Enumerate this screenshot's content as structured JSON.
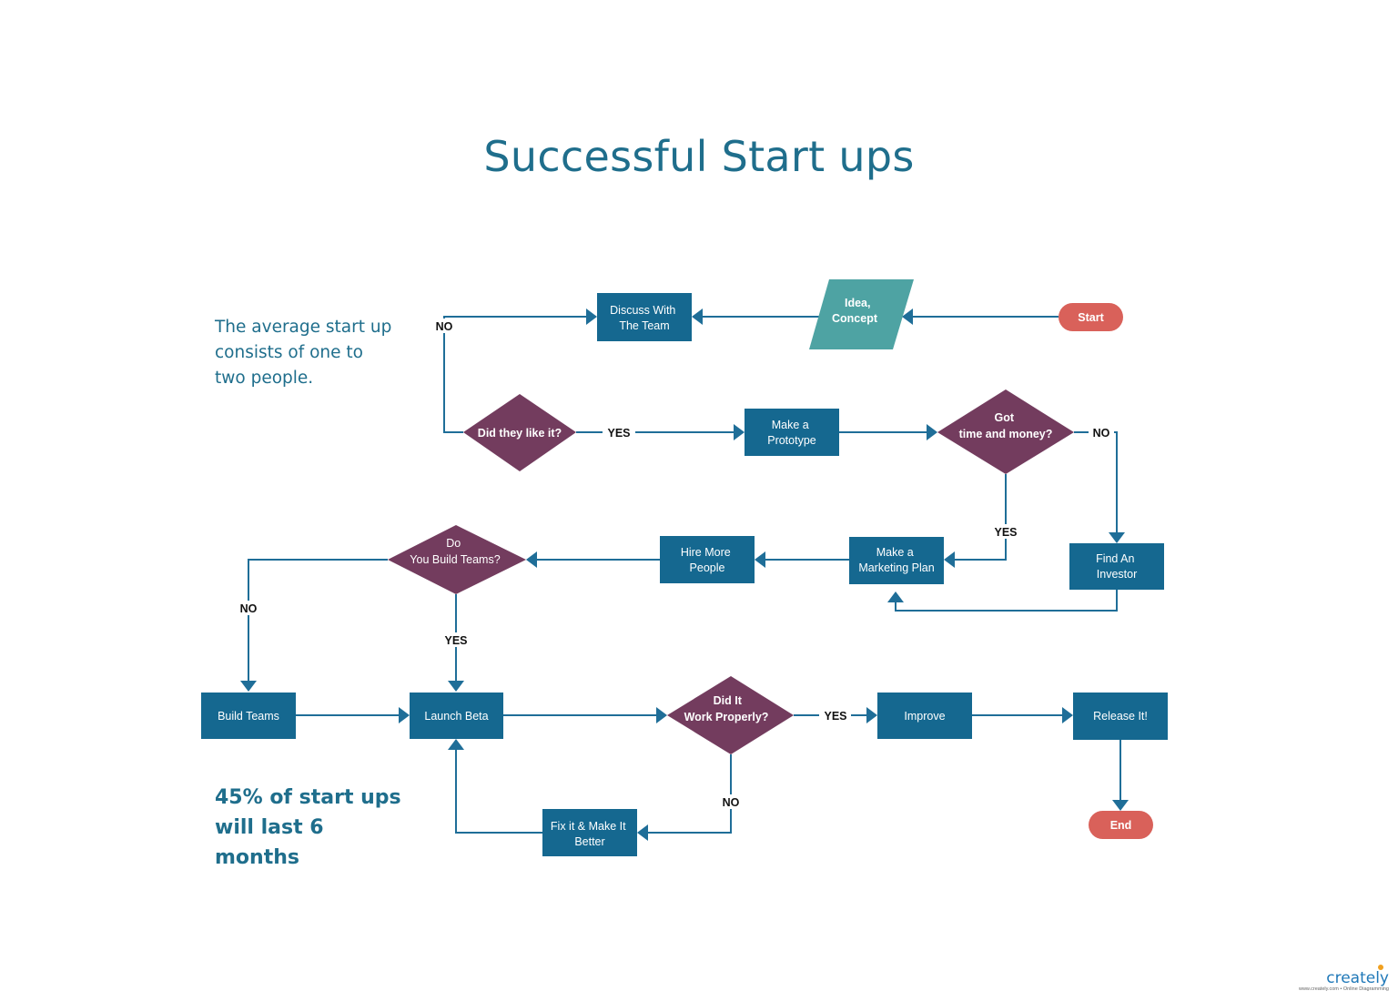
{
  "title": "Successful Start ups",
  "notes": {
    "average": "The average start up consists of one to two people.",
    "stat": "45% of start ups will last 6 months"
  },
  "colors": {
    "title": "#1f6e8c",
    "process": "#156890",
    "decision": "#733c5e",
    "terminal": "#d9615a",
    "input": "#4ea3a3",
    "connector": "#1f6e98"
  },
  "nodes": {
    "start": [
      "Start"
    ],
    "idea": [
      "Idea,",
      "Concept"
    ],
    "discuss": [
      "Discuss With",
      "The Team"
    ],
    "like": [
      "Did they like  it?"
    ],
    "prototype": [
      "Make a",
      "Prototype"
    ],
    "time_money": [
      "Got",
      "time and  money?"
    ],
    "investor": [
      "Find An",
      "Investor"
    ],
    "marketing": [
      "Make a",
      "Marketing Plan"
    ],
    "hire": [
      "Hire More",
      "People"
    ],
    "build_q": [
      "Do",
      "You Build  Teams?"
    ],
    "build_teams": [
      "Build Teams"
    ],
    "beta": [
      "Launch Beta"
    ],
    "work": [
      "Did It",
      "Work Properly?"
    ],
    "improve": [
      "Improve"
    ],
    "release": [
      "Release It!"
    ],
    "fix": [
      "Fix it & Make It",
      "Better"
    ],
    "end": [
      "End"
    ]
  },
  "edge_labels": {
    "like_no": "NO",
    "like_yes": "YES",
    "time_no": "NO",
    "time_yes": "YES",
    "build_no": "NO",
    "build_yes": "YES",
    "work_yes": "YES",
    "work_no": "NO"
  },
  "logo": {
    "word": "creately",
    "tagline": "www.creately.com • Online Diagramming",
    "icon": "lightbulb-icon"
  }
}
